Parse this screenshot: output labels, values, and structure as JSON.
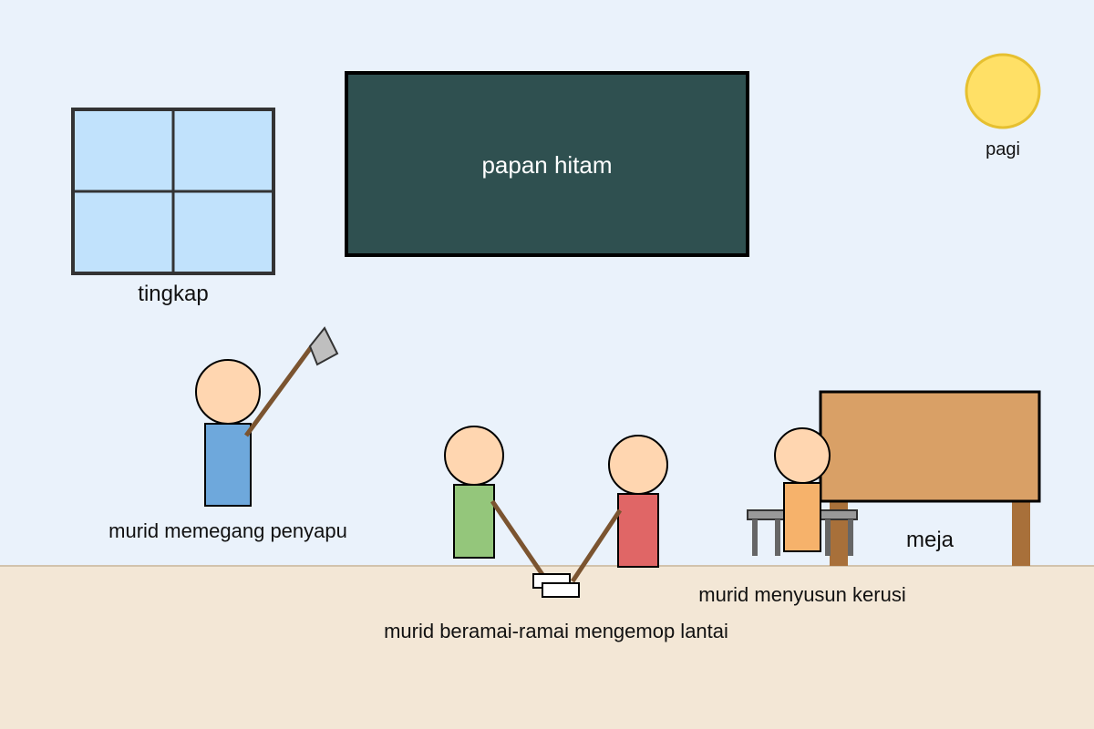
{
  "labels": {
    "window": "tingkap",
    "blackboard": "papan hitam",
    "morning": "pagi",
    "student_broom": "murid memegang penyapu",
    "student_mop": "murid beramai-ramai mengemop lantai",
    "student_chairs": "murid menyusun kerusi",
    "table": "meja"
  },
  "colors": {
    "wall": "#eaf2fb",
    "floor": "#f3e7d6",
    "blackboard": "#2f5050",
    "window_glass": "#c1e2fc",
    "sun": "#ffe066",
    "skin": "#ffd6b0",
    "shirt_blue": "#6ea8dc",
    "shirt_green": "#94c67b",
    "shirt_red": "#e06666",
    "shirt_orange": "#f6b26b",
    "table_top": "#d9a066",
    "wood": "#a8703a",
    "stick": "#7b5430"
  }
}
